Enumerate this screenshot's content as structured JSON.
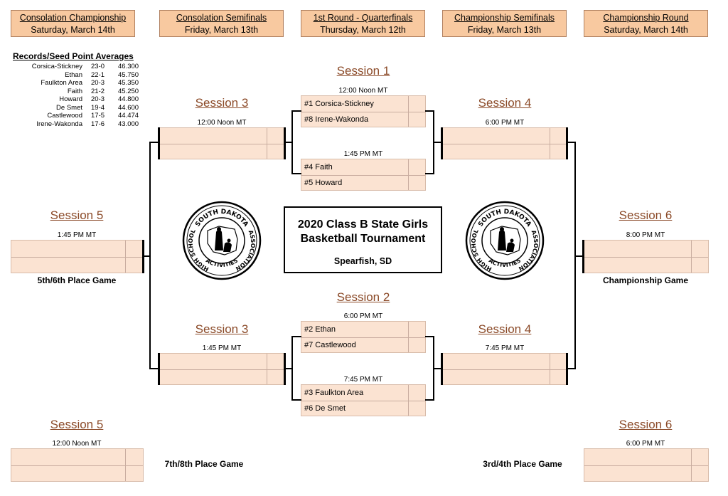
{
  "headers": [
    {
      "title": "Consolation Championship",
      "date": "Saturday, March 14th"
    },
    {
      "title": "Consolation Semifinals",
      "date": "Friday, March 13th"
    },
    {
      "title": "1st Round - Quarterfinals",
      "date": "Thursday, March 12th"
    },
    {
      "title": "Championship Semifinals",
      "date": "Friday, March 13th"
    },
    {
      "title": "Championship Round",
      "date": "Saturday, March 14th"
    }
  ],
  "records": {
    "title": "Records/Seed Point Averages",
    "rows": [
      {
        "team": "Corsica-Stickney",
        "record": "23-0",
        "avg": "46.300"
      },
      {
        "team": "Ethan",
        "record": "22-1",
        "avg": "45.750"
      },
      {
        "team": "Faulkton Area",
        "record": "20-3",
        "avg": "45.350"
      },
      {
        "team": "Faith",
        "record": "21-2",
        "avg": "45.250"
      },
      {
        "team": "Howard",
        "record": "20-3",
        "avg": "44.800"
      },
      {
        "team": "De Smet",
        "record": "19-4",
        "avg": "44.600"
      },
      {
        "team": "Castlewood",
        "record": "17-5",
        "avg": "44.474"
      },
      {
        "team": "Irene-Wakonda",
        "record": "17-6",
        "avg": "43.000"
      }
    ]
  },
  "sessions": {
    "s1": "Session 1",
    "s2": "Session 2",
    "s3a": "Session 3",
    "s3b": "Session 3",
    "s4a": "Session 4",
    "s4b": "Session 4",
    "s5a": "Session 5",
    "s5b": "Session 5",
    "s6a": "Session 6",
    "s6b": "Session 6"
  },
  "times": {
    "q1": "12:00 Noon MT",
    "q2": "1:45 PM MT",
    "q3": "6:00 PM MT",
    "q4": "7:45 PM MT",
    "cs1": "12:00 Noon MT",
    "cs2": "1:45 PM MT",
    "chs1": "6:00 PM MT",
    "chs2": "7:45 PM MT",
    "c56": "1:45 PM MT",
    "c78": "12:00 Noon MT",
    "champ": "8:00 PM MT",
    "third": "6:00 PM MT"
  },
  "teams": {
    "q1a": "#1 Corsica-Stickney",
    "q1b": "#8 Irene-Wakonda",
    "q2a": "#4 Faith",
    "q2b": "#5 Howard",
    "q3a": "#2 Ethan",
    "q3b": "#7 Castlewood",
    "q4a": "#3 Faulkton Area",
    "q4b": "#6 De Smet"
  },
  "title": {
    "line1": "2020 Class B State Girls",
    "line2": "Basketball Tournament",
    "location": "Spearfish, SD"
  },
  "games": {
    "fifth": "5th/6th Place Game",
    "seventh": "7th/8th Place Game",
    "champ": "Championship Game",
    "third": "3rd/4th Place Game"
  },
  "seal": {
    "top": "SOUTH DAKOTA",
    "left": "HIGH SCHOOL",
    "right": "ASSOCIATION",
    "bottom": "ACTIVITIES"
  }
}
